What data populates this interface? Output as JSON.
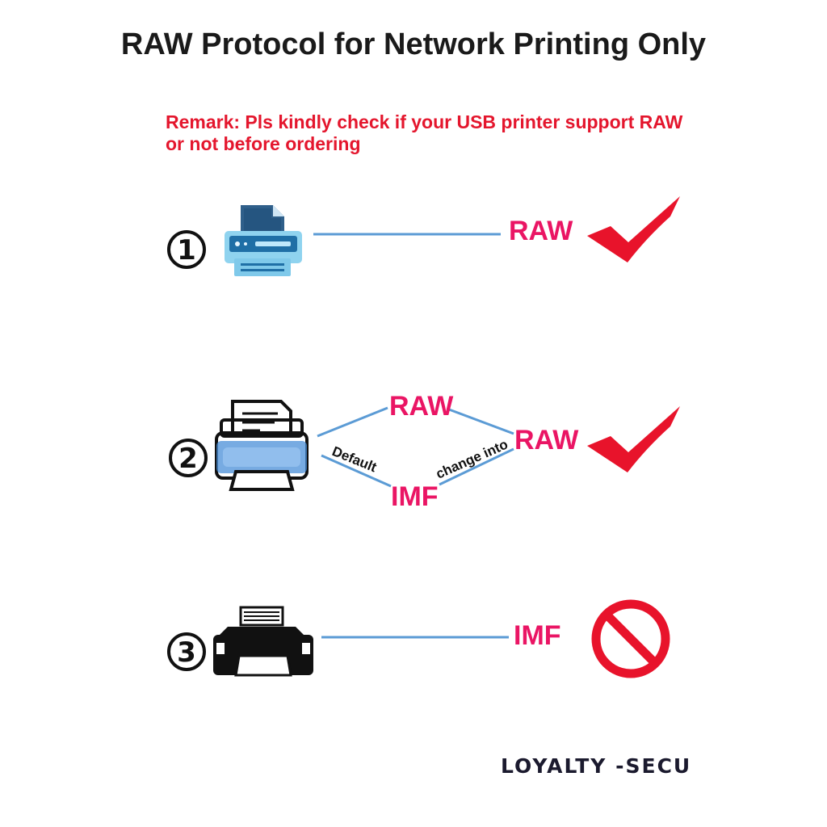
{
  "title": "RAW Protocol for Network Printing Only",
  "remark": {
    "line1": "Remark: Pls kindly check if your USB printer support RAW",
    "line2": "or not before ordering"
  },
  "rows": [
    {
      "number": "1",
      "printer_icon": "blue-printer-icon",
      "protocol": "RAW",
      "result_icon": "checkmark-icon"
    },
    {
      "number": "2",
      "printer_icon": "paper-printer-icon",
      "top_protocol": "RAW",
      "bottom_protocol": "IMF",
      "default_label": "Default",
      "change_label": "change into",
      "final_protocol": "RAW",
      "result_icon": "checkmark-icon"
    },
    {
      "number": "3",
      "printer_icon": "black-printer-icon",
      "protocol": "IMF",
      "result_icon": "prohibited-icon"
    }
  ],
  "brand": "LOYALTY -SECU",
  "colors": {
    "accent_red": "#e4162d",
    "protocol_pink": "#ea1564",
    "line_blue": "#5b9bd5",
    "check_red": "#e8132b"
  }
}
